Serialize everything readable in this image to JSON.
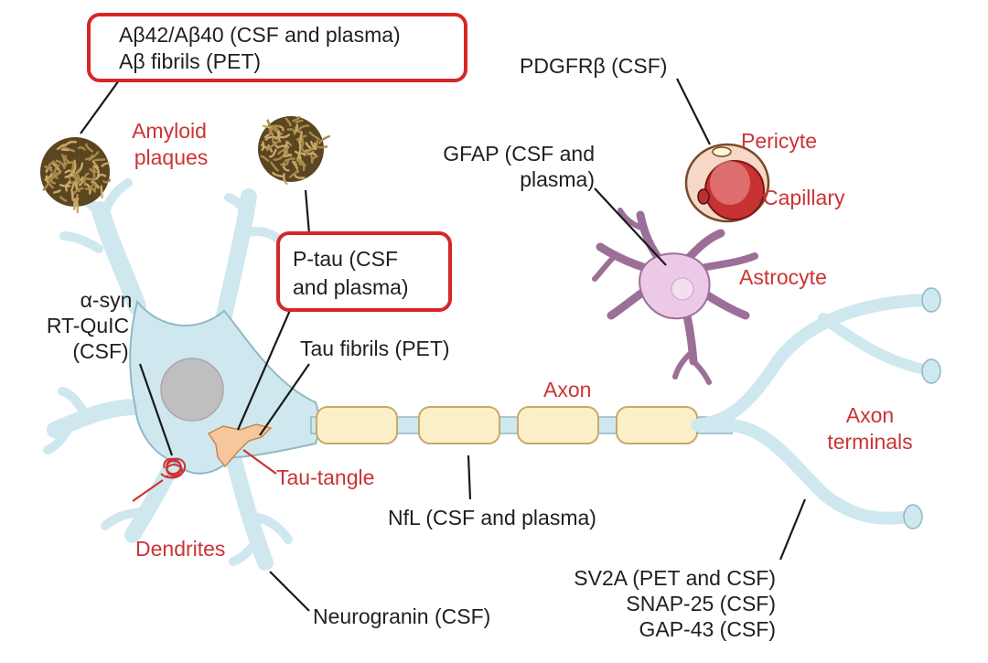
{
  "colors": {
    "neuron_fill": "#cfe8ef",
    "neuron_stroke": "#8fb9c6",
    "myelin_fill": "#fbefc8",
    "myelin_stroke": "#caa86a",
    "astrocyte_fill": "#ecc9e6",
    "astrocyte_stroke": "#9c6f99",
    "red_label": "#cc3333",
    "box_stroke": "#d62728",
    "text": "#1f1f1f",
    "nucleus": "#bfbfbf",
    "plaque": "#7a6434"
  },
  "labels": {
    "abeta_box": {
      "line1": "Aβ42/Aβ40 (CSF and plasma)",
      "line2": "Aβ fibrils (PET)"
    },
    "amyloid_plaques": {
      "line1": "Amyloid",
      "line2": "plaques"
    },
    "ptau_box": {
      "line1": "P-tau (CSF",
      "line2": "and plasma)"
    },
    "tau_fibrils": "Tau fibrils (PET)",
    "tau_tangle": "Tau-tangle",
    "asyn": {
      "line1": "α-syn",
      "line2": "RT-QuIC",
      "line3": "(CSF)"
    },
    "dendrites": "Dendrites",
    "neurogranin": "Neurogranin (CSF)",
    "nfl": "NfL (CSF and plasma)",
    "axon": "Axon",
    "axon_terminals": {
      "line1": "Axon",
      "line2": "terminals"
    },
    "synaptic": {
      "line1": "SV2A (PET and CSF)",
      "line2": "SNAP-25 (CSF)",
      "line3": "GAP-43 (CSF)"
    },
    "gfap": {
      "line1": "GFAP (CSF and",
      "line2": "plasma)"
    },
    "pdgfrb": "PDGFRβ (CSF)",
    "pericyte": "Pericyte",
    "capillary": "Capillary",
    "astrocyte": "Astrocyte"
  }
}
